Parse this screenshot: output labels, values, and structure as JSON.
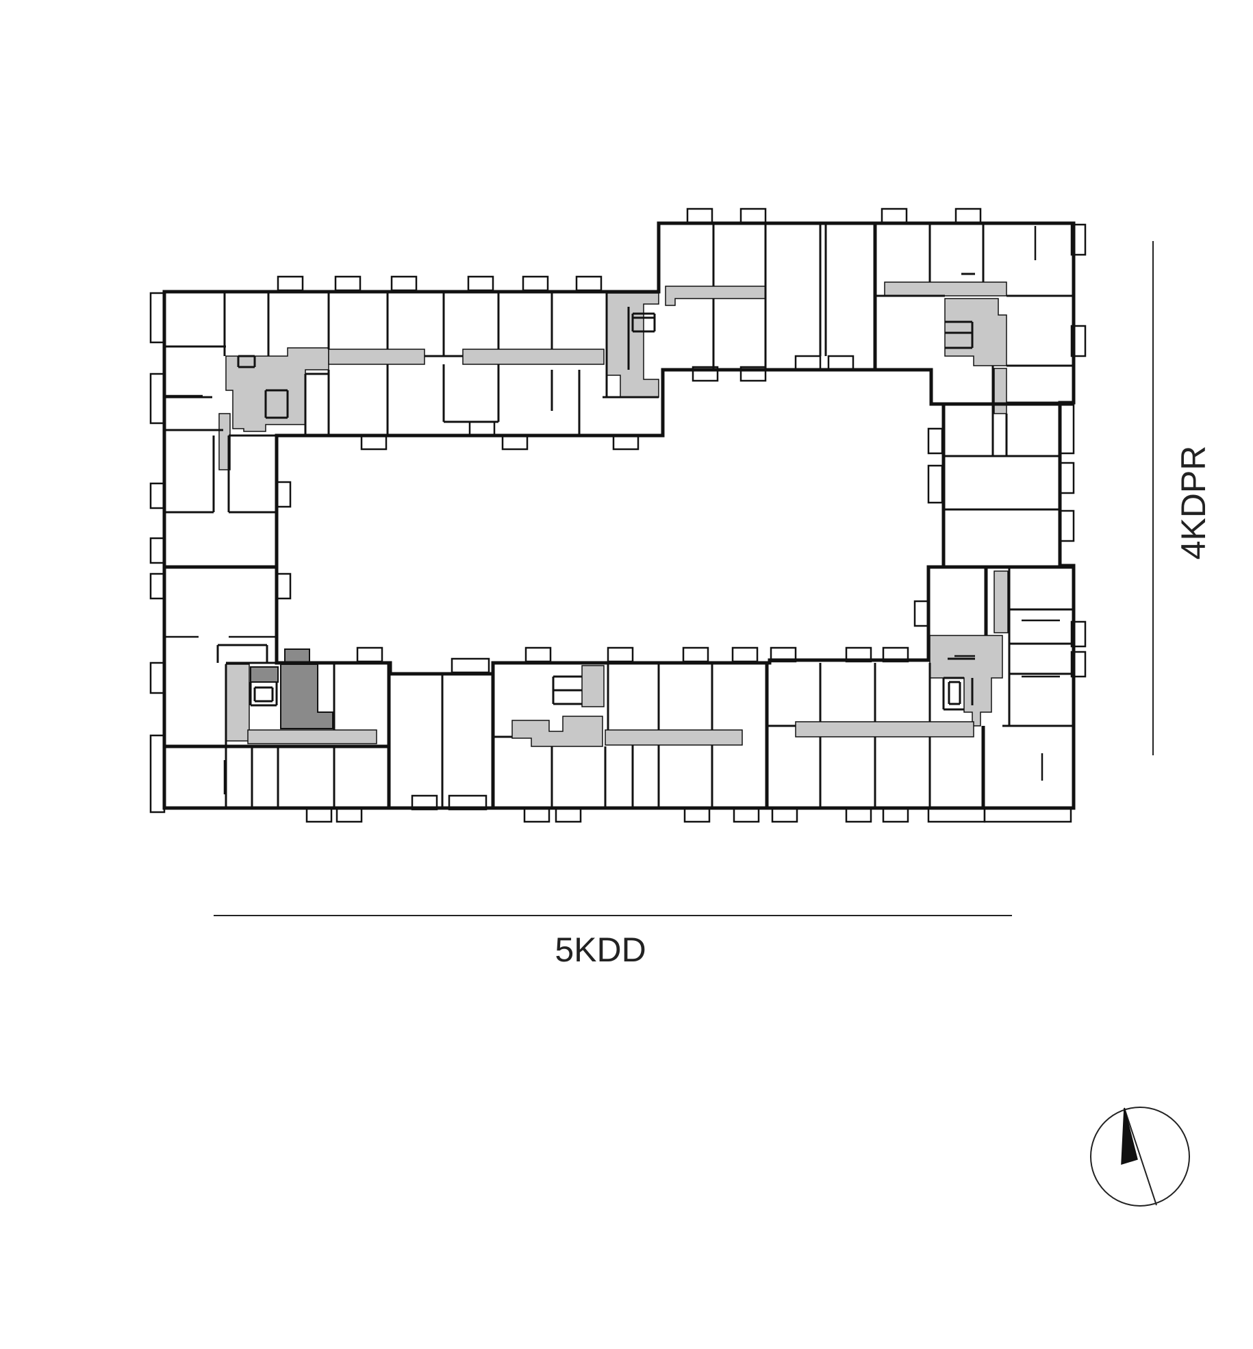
{
  "drawing": {
    "type": "floor-plan",
    "dimensions": {
      "width_label": "5KDD",
      "height_label": "4KDPR"
    },
    "north_arrow": {
      "icon": "north-arrow-icon",
      "rotation_deg": -22
    },
    "colors": {
      "wall": "#111111",
      "interior": "#ffffff",
      "circulation": "#c8c8c8",
      "stair_core": "#8a8a8a",
      "line": "#222222"
    }
  }
}
